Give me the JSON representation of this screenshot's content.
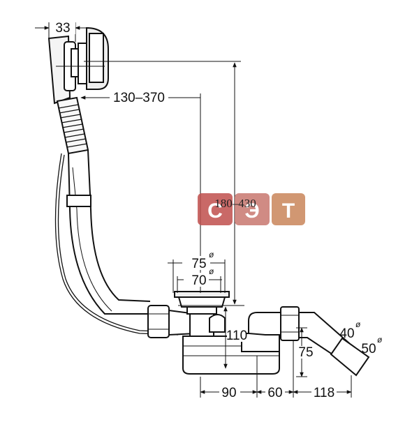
{
  "diagram": {
    "dimensions": {
      "overflow_offset": "33",
      "horizontal_reach": "130–370",
      "vertical_reach": "180–430",
      "outlet_height": "110",
      "trap_height": "75",
      "spacing_a": "90",
      "spacing_b": "60",
      "spacing_c": "118"
    },
    "diameters": [
      {
        "value": "75",
        "symbol": "ø"
      },
      {
        "value": "70",
        "symbol": "ø"
      },
      {
        "value": "40",
        "symbol": "ø"
      },
      {
        "value": "50",
        "symbol": "ø"
      }
    ]
  },
  "watermark": {
    "letters": [
      "С",
      "Э",
      "Т"
    ],
    "colors": [
      "#c0504d",
      "#c8776f",
      "#c9865a"
    ]
  }
}
